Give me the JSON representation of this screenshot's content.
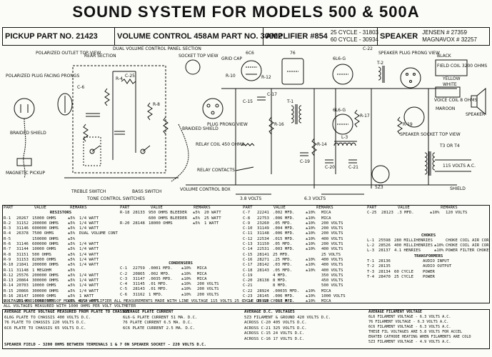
{
  "title": "SOUND SYSTEM FOR MODELS 500 & 500A",
  "header": {
    "pickup": "PICKUP PART NO. 21423",
    "volume": "VOLUME CONTROL 458AM PART NO. 30902",
    "amplifier": "AMPLIFIER #854",
    "amp_25": "25 CYCLE - 31803",
    "amp_60": "60 CYCLE - 30934",
    "speaker": "SPEAKER",
    "spk_jensen": "JENSEN # 27359",
    "spk_magnavox": "MAGNAVOX # 32257"
  },
  "schematic_labels": {
    "polarized_outlet": "POLARIZED OUTLET TOP VIEW",
    "polarized_plug": "POLARIZED PLUG FACING PRONGS",
    "braided_shield": "BRAIDED SHIELD",
    "magnetic_pickup": "MAGNETIC PICKUP",
    "rear_section": "REAR SECTION",
    "dual_volume": "DUAL VOLUME CONTROL PANEL SECTION",
    "socket_top": "SOCKET TOP VIEW",
    "grid_cap": "GRID CAP",
    "braided_shield2": "BRAIDED SHIELD",
    "plug_prong": "PLUG PRONG VIEW",
    "relay_coil": "RELAY COIL 450 OHMS",
    "relay_contacts": "RELAY CONTACTS",
    "treble_switch": "TREBLE SWITCH",
    "bass_switch": "BASS SWITCH",
    "tone_control": "TONE CONTROL SWITCHES",
    "volume_box": "VOLUME CONTROL BOX",
    "tube_6c6": "6C6",
    "tube_76": "76",
    "tube_6l6g_1": "6L6-G",
    "tube_6l6g_2": "6L6-G",
    "tube_5z3": "5Z3",
    "speaker_plug": "SPEAKER PLUG PRONG VIEW",
    "speaker_socket": "SPEAKER SOCKET TOP VIEW",
    "field_coil": "FIELD COIL 3200 OHMS",
    "voice_coil": "VOICE COIL 8 OHMS",
    "black": "BLACK",
    "yellow": "YELLOW",
    "white": "WHITE",
    "maroon": "MAROON",
    "speaker": "SPEAKER",
    "t3_t4": "T3 OR T4",
    "ac_115": "115 VOLTS A.C.",
    "shield": "SHIELD",
    "v38": "3.8 VOLTS",
    "v63": "6.3 VOLTS",
    "t1": "T-1",
    "t2": "T-2",
    "l3": "L-3",
    "c22": "C-22",
    "r16": "R-16",
    "r19": "R-19",
    "c15": "C-15",
    "c17": "C-17",
    "c19": "C-19",
    "c20": "C-20",
    "c21": "C-21",
    "r10": "R-10",
    "r12": "R-12",
    "r14": "R-14",
    "r17": "R-17",
    "c25": "C-25",
    "r4": "R-4",
    "r8": "R-8",
    "c6": "C-6"
  },
  "resistors": {
    "header": [
      "",
      "PART",
      "VALUE",
      "",
      "REMARKS"
    ],
    "title": "RESISTORS",
    "rows": [
      [
        "R-1",
        "20267",
        "15000 OHMS",
        "±5%",
        "1/4 WATT"
      ],
      [
        "R-2",
        "31152",
        "200000 OHMS",
        "±5%",
        "1/4 WATT"
      ],
      [
        "R-3",
        "31146",
        "600000 OHMS",
        "±5%",
        "1/4 WATT"
      ],
      [
        "R-4",
        "26378",
        "7500 OHMS",
        "±5%",
        "DUAL VOLUME CONTROL"
      ],
      [
        "R-5",
        "",
        "150000 OHMS",
        "±5%",
        ""
      ],
      [
        "R-6",
        "31146",
        "600000 OHMS",
        "±5%",
        "1/4 WATT"
      ],
      [
        "R-7",
        "31144",
        "10000 OHMS",
        "±5%",
        "1/4 WATT"
      ],
      [
        "R-8",
        "31151",
        "500 OHMS",
        "±5%",
        "1/4 WATT"
      ],
      [
        "R-9",
        "31153",
        "82000 OHMS",
        "±5%",
        "1/4 WATT"
      ],
      [
        "R-10",
        "21841",
        "200000 OHMS",
        "±5%",
        "1/4 WATT"
      ],
      [
        "R-11",
        "31148",
        "1 MEGOHM",
        "±5%",
        ""
      ],
      [
        "R-12",
        "25576",
        "200000 OHMS",
        "±5%",
        "1/4 WATT"
      ],
      [
        "R-13",
        "20864",
        "300000 OHMS",
        "±5%",
        "1/4 WATT"
      ],
      [
        "R-14",
        "20703",
        "10000 OHMS",
        "±5%",
        "1/4 WATT"
      ],
      [
        "R-15",
        "20866",
        "300000 OHMS",
        "±5%",
        "1/4 WATT"
      ],
      [
        "R-16",
        "28147",
        "10000 OHMS",
        "±5%",
        "1 WATT"
      ],
      [
        "R-17",
        "28146",
        "10000 OHMS",
        "±5%",
        "1/2 WATT"
      ]
    ]
  },
  "resistors2": {
    "header": [
      "",
      "PART",
      "VALUE",
      "",
      "REMARKS"
    ],
    "rows": [
      [
        "R-18",
        "28133",
        "950 OHMS BLEEDER",
        "±5%",
        "20 WATT"
      ],
      [
        "",
        "",
        "600 OHMS BLEEDER",
        "±5%",
        "25 WATT"
      ],
      [
        "R-20",
        "28148",
        "18000 OHMS",
        "±5%",
        "1 WATT"
      ]
    ]
  },
  "condensers_a": {
    "title": "CONDENSERS",
    "rows": [
      [
        "C-1",
        "22759",
        ".0001 MFD.",
        "±10%",
        "MICA"
      ],
      [
        "C-2",
        "20865",
        ".002 MFD.",
        "±10%",
        "MICA"
      ],
      [
        "C-3",
        "31147",
        ".0035 MFD.",
        "±10%",
        "MICA"
      ],
      [
        "C-4",
        "31145",
        ".01 MFD.",
        "±10%",
        "200 VOLTS"
      ],
      [
        "C-5",
        "28143",
        ".01 MFD.",
        "±10%",
        "200 VOLTS"
      ],
      [
        "C-6",
        "31162",
        "1 MFD.",
        "±10%",
        "200 VOLTS"
      ]
    ]
  },
  "condensers_b": {
    "header": [
      "",
      "PART",
      "VALUE",
      "",
      "REMARKS"
    ],
    "rows": [
      [
        "C-7",
        "22241",
        ".002 MFD.",
        "±10%",
        "MICA"
      ],
      [
        "C-8",
        "22753",
        ".006 MFD.",
        "±10%",
        "MICA"
      ],
      [
        "C-9",
        "23260",
        ".05 MFD.",
        "±10%",
        "200 VOLTS"
      ],
      [
        "C-10",
        "31149",
        ".004 MFD.",
        "±10%",
        "200 VOLTS"
      ],
      [
        "C-11",
        "31148",
        ".006 MFD.",
        "±10%",
        "200 VOLTS"
      ],
      [
        "C-12",
        "22534",
        ".015 MFD.",
        "±10%",
        "400 VOLTS"
      ],
      [
        "C-13",
        "31150",
        ".05 MFD.",
        "±10%",
        "200 VOLTS"
      ],
      [
        "C-14",
        "22531",
        ".003 MFD.",
        "±10%",
        "400 VOLTS"
      ],
      [
        "C-15",
        "28141",
        "25 MFD.",
        "",
        "25 VOLTS"
      ],
      [
        "C-16",
        "28271",
        ".25 MFD.",
        "±10%",
        "400 VOLTS"
      ],
      [
        "C-17",
        "28142",
        ".03 MFD.",
        "±10%",
        "400 VOLTS"
      ],
      [
        "C-18",
        "28143",
        ".05 MFD.",
        "±10%",
        "400 VOLTS"
      ],
      [
        "C-19",
        "",
        "4 MFD.",
        "",
        "350 VOLTS"
      ],
      [
        "C-20",
        "28138",
        "8 MFD.",
        "",
        "450 VOLTS"
      ],
      [
        "C-21",
        "",
        "8 MFD.",
        "",
        "500 VOLTS"
      ],
      [
        "C-22",
        "28924",
        ".00035 MFD.",
        "±10%",
        "MICA"
      ],
      [
        "C-23",
        "28145",
        ".006 MFD.",
        "±10%",
        "1000 VOLTS"
      ],
      [
        "C-24",
        "28920",
        ".003 MFD.",
        "±10%",
        "MICA"
      ]
    ]
  },
  "condensers_c": {
    "header": [
      "",
      "PART",
      "VALUE",
      "",
      "REMARKS"
    ],
    "rows": [
      [
        "C-25",
        "28123",
        ".3 MFD.",
        "±10%",
        "120 VOLTS"
      ]
    ]
  },
  "chokes": {
    "title": "CHOKES",
    "rows": [
      [
        "L-1",
        "25598",
        "280 MILLIHENRIES",
        "",
        "CHOKE COIL AIR CORE"
      ],
      [
        "L-2",
        "28526",
        "400 MILLIHENRIES",
        "±10%",
        "CHOKE COIL AIR CORE"
      ],
      [
        "L-3",
        "28137",
        "4.1 HENRIES",
        "±10%",
        "POWER FILTER CHOKE"
      ]
    ]
  },
  "transformers": {
    "title": "TRANSFORMERS",
    "rows": [
      [
        "T-1",
        "28136",
        "",
        "AUDIO INPUT"
      ],
      [
        "T-2",
        "28135",
        "",
        "AUDIO OUTPUT"
      ],
      [
        "T-3",
        "28134",
        "60 CYCLE",
        "POWER"
      ],
      [
        "T-4",
        "28470",
        "25 CYCLE",
        "POWER"
      ]
    ]
  },
  "note_line1": "VOLTAGES AND CURRENTS OF MODEL #854 AMPLIFIER ALL MEASUREMENTS MADE WITH LINE VOLTAGE 115 VOLTS 25 CYCLE OR 60 CYCLE A.C.",
  "note_line2": "ALL VOLTAGES MEASURED WITH 1000 OHMS PER VOLT VOLTMETER",
  "plate_voltage": {
    "title": "AVERAGE PLATE VOLTAGE MEASURED FROM PLATE TO CHASSIS",
    "rows": [
      "6L6G PLATE TO CHASSIS    400 VOLTS D.C.",
      "76   PLATE TO CHASSIS    220 VOLTS D.C.",
      "6C6  PLATE TO CHASSIS     65 VOLTS D.C."
    ]
  },
  "plate_current": {
    "title": "AVERAGE PLATE CURRENT",
    "rows": [
      "6L6-G  PLATE CURRENT     51 MA. D.C.",
      "76     PLATE CURRENT    6.5 MA. D.C.",
      "6C6    PLATE CURRENT    2.5 MA. D.C."
    ]
  },
  "dc_voltages": {
    "title": "AVERAGE D.C. VOLTAGES",
    "rows": [
      "5Z3 FILAMENT & GROUND 420 VOLTS D.C.",
      "ACROSS C-20       405 VOLTS D.C.",
      "ACROSS C-21       325 VOLTS D.C.",
      "ACROSS C-15        24 VOLTS D.C.",
      "ACROSS C-16        17 VOLTS D.C."
    ]
  },
  "filament": {
    "title": "AVERAGE FILAMENT VOLTAGE",
    "rows": [
      "6L6 FILAMENT VOLTAGE - 6.3 VOLTS A.C.",
      "76  FILAMENT VOLTAGE - 6.3 VOLTS A.C.",
      "6C6 FILAMENT VOLTAGE - 6.3 VOLTS A.C.",
      "THESE FIL VOLTAGES ARE 5.8 VOLTS FOR ACCEL",
      "ERATED CATHODE HEATING WHEN FILAMENTS ARE COLD",
      "5Z3 FILAMENT VOLTAGE - 4.9 VOLTS A.C."
    ]
  },
  "speaker_field": "SPEAKER FIELD - 3200 OHMS BETWEEN TERMINALS 1 & 7 ON SPEAKER SOCKET - 220 VOLTS D.C."
}
